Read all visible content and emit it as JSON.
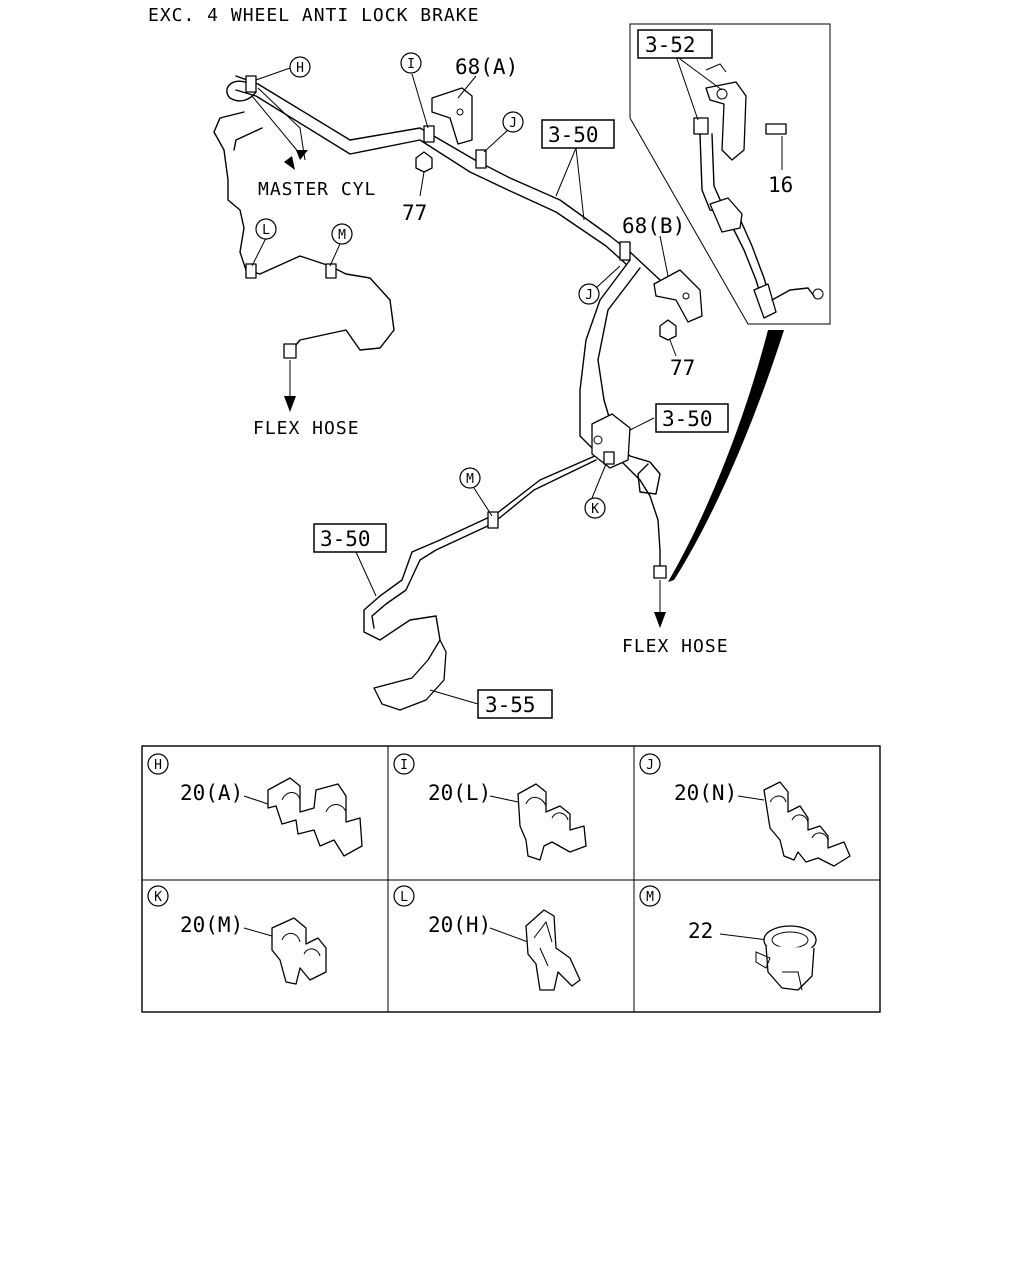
{
  "title": "EXC. 4 WHEEL ANTI LOCK BRAKE",
  "captions": {
    "master_cyl": "MASTER CYL",
    "flex_hose_left": "FLEX HOSE",
    "flex_hose_right": "FLEX HOSE"
  },
  "callouts": {
    "ref_3_52": "3-52",
    "ref_3_50_top": "3-50",
    "ref_3_50_mid": "3-50",
    "ref_3_50_left": "3-50",
    "ref_3_55": "3-55",
    "part_68a": "68(A)",
    "part_68b": "68(B)",
    "part_77_left": "77",
    "part_77_right": "77",
    "part_16": "16"
  },
  "clip_markers": {
    "h": "H",
    "i": "I",
    "j_top": "J",
    "j_mid": "J",
    "k": "K",
    "l": "L",
    "m_top": "M",
    "m_mid": "M"
  },
  "detail_grid": {
    "cells": [
      {
        "marker": "H",
        "part": "20(A)"
      },
      {
        "marker": "I",
        "part": "20(L)"
      },
      {
        "marker": "J",
        "part": "20(N)"
      },
      {
        "marker": "K",
        "part": "20(M)"
      },
      {
        "marker": "L",
        "part": "20(H)"
      },
      {
        "marker": "M",
        "part": "22"
      }
    ]
  }
}
